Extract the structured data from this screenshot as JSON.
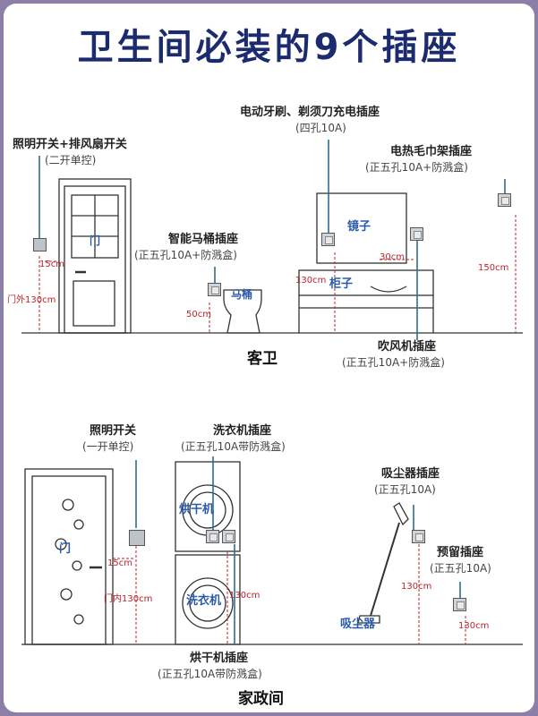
{
  "title": "卫生间必装的9个插座",
  "guest_bath": {
    "room_label": "客卫",
    "light_switch": {
      "label": "照明开关+排风扇开关",
      "spec": "(二开单控)",
      "dim_gap": "15cm",
      "dim_height": "门外130cm"
    },
    "toothbrush_socket": {
      "label": "电动牙刷、剃须刀充电插座",
      "spec": "(四孔10A)"
    },
    "towel_rack_socket": {
      "label": "电热毛巾架插座",
      "spec": "(正五孔10A+防溅盒)",
      "dim_height": "150cm"
    },
    "toilet_socket": {
      "label": "智能马桶插座",
      "spec": "(正五孔10A+防溅盒)",
      "dim_height": "50cm"
    },
    "dryer_socket": {
      "label": "吹风机插座",
      "spec": "(正五孔10A+防溅盒)",
      "dim_gap": "30cm",
      "dim_height": "130cm"
    },
    "door_label": "门",
    "mirror_label": "镜子",
    "cabinet_label": "柜子",
    "toilet_label": "马桶"
  },
  "utility_room": {
    "room_label": "家政间",
    "light_switch": {
      "label": "照明开关",
      "spec": "(一开单控)",
      "dim_gap": "15cm",
      "dim_height": "门内130cm"
    },
    "washer_socket": {
      "label": "洗衣机插座",
      "spec": "(正五孔10A带防溅盒)",
      "dim_height": "130cm"
    },
    "dryer_socket": {
      "label": "烘干机插座",
      "spec": "(正五孔10A带防溅盒)"
    },
    "vacuum_socket": {
      "label": "吸尘器插座",
      "spec": "(正五孔10A)",
      "dim_height": "130cm"
    },
    "reserved_socket": {
      "label": "预留插座",
      "spec": "(正五孔10A)",
      "dim_height": "130cm"
    },
    "door_label": "门",
    "dryer_label": "烘干机",
    "washer_label": "洗衣机",
    "vacuum_label": "吸尘器"
  },
  "colors": {
    "title": "#1c2a6e",
    "dimension": "#c0222a",
    "leader": "#2f6e8c",
    "frame": "#8b7fa8"
  }
}
